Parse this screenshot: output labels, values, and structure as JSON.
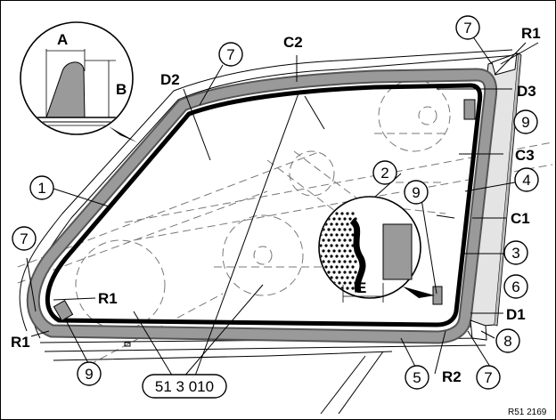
{
  "figure": {
    "reference": "R51 2169",
    "part_number": "51 3 010"
  },
  "labels": {
    "A": "A",
    "B": "B",
    "C1": "C1",
    "C2": "C2",
    "C3": "C3",
    "D1": "D1",
    "D2": "D2",
    "D3": "D3",
    "E": "E",
    "R1": "R1",
    "R2": "R2"
  },
  "callouts": {
    "n1": "1",
    "n2": "2",
    "n3": "3",
    "n4": "4",
    "n5": "5",
    "n6": "6",
    "n7": "7",
    "n8": "8",
    "n9": "9"
  },
  "colors": {
    "seal_gray": "#9a9a9a",
    "trim_light": "#d9d9d9",
    "adhesive_black": "#000000"
  }
}
